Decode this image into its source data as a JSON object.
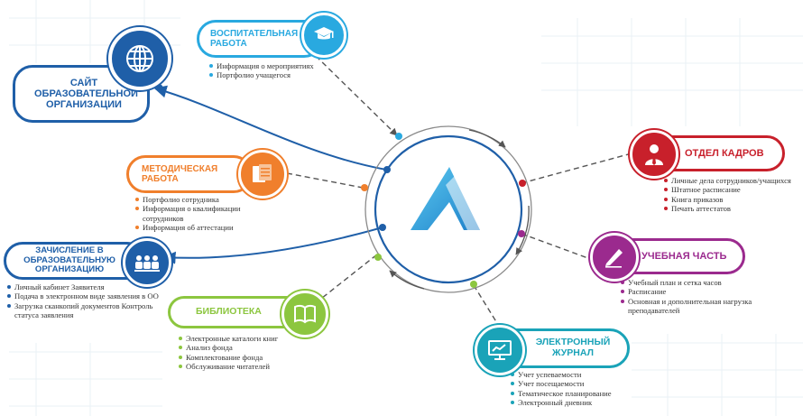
{
  "colors": {
    "blue_dark": "#1f5fa8",
    "cyan": "#29a9e0",
    "orange": "#f07f2c",
    "red": "#c8202b",
    "purple": "#9b2a8e",
    "green": "#8cc63f",
    "teal": "#1aa3b8",
    "gray_dash": "#555555"
  },
  "center": {
    "icon": "triangle-logo-icon"
  },
  "site": {
    "title": "САЙТ ОБРАЗОВАТЕЛЬНОЙ ОРГАНИЗАЦИИ",
    "icon": "globe-icon"
  },
  "vospit": {
    "title": "ВОСПИТАТЕЛЬНАЯ РАБОТА",
    "icon": "graduation-cap-icon",
    "items": [
      "Информация о мероприятиях",
      "Портфолио учащегося"
    ]
  },
  "metod": {
    "title": "МЕТОДИЧЕСКАЯ РАБОТА",
    "icon": "documents-icon",
    "items": [
      "Портфолио сотрудника",
      "Информация о квалификации сотрудников",
      "Информация об аттестации"
    ]
  },
  "zachislenie": {
    "title": "ЗАЧИСЛЕНИЕ В ОБРАЗОВАТЕЛЬНУЮ ОРГАНИЗАЦИЮ",
    "icon": "people-icon",
    "items": [
      "Личный кабинет Заявителя",
      "Подача в электронном виде заявления в ОО",
      "Загрузка сканкопий документов Контроль статуса заявления"
    ]
  },
  "biblioteka": {
    "title": "БИБЛИОТЕКА",
    "icon": "book-icon",
    "items": [
      "Электронные каталоги книг",
      "Анализ фонда",
      "Комплектование фонда",
      "Обслуживание читателей"
    ]
  },
  "kadry": {
    "title": "ОТДЕЛ КАДРОВ",
    "icon": "person-icon",
    "items": [
      "Личные дела сотрудников/учащихся",
      "Штатное расписание",
      "Книга приказов",
      "Печать аттестатов"
    ]
  },
  "uchebnaya": {
    "title": "УЧЕБНАЯ ЧАСТЬ",
    "icon": "pen-icon",
    "items": [
      "Учебный план и сетка часов",
      "Расписание",
      "Основная и дополнительная нагрузка преподавателей"
    ]
  },
  "zhurnal": {
    "title": "ЭЛЕКТРОННЫЙ ЖУРНАЛ",
    "icon": "monitor-icon",
    "items": [
      "Учет успеваемости",
      "Учет посещаемости",
      "Тематическое планирование",
      "Электронный дневник"
    ]
  }
}
